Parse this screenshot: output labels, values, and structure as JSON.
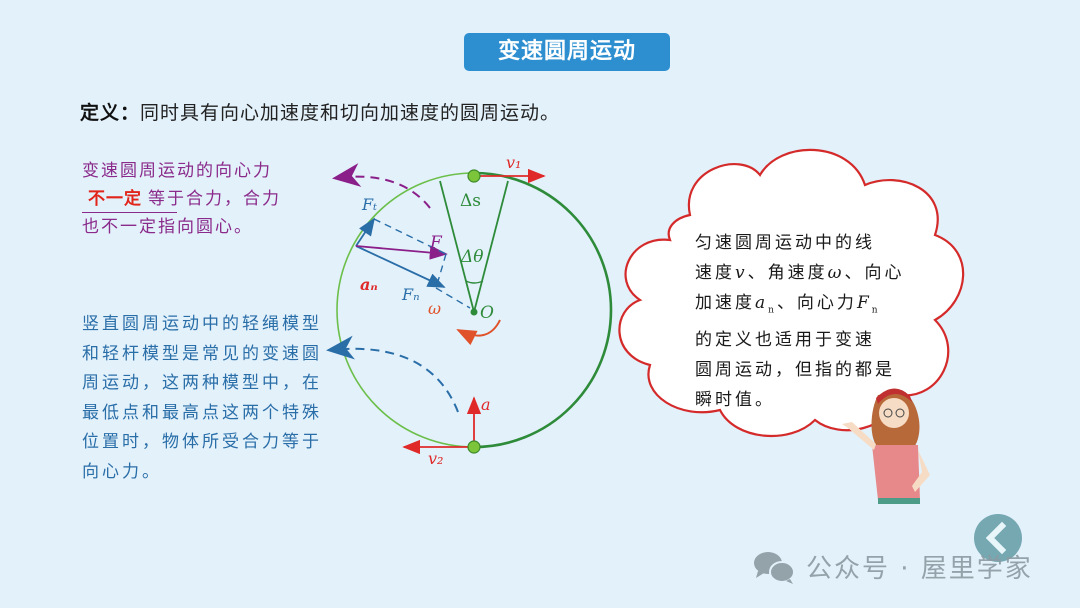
{
  "slide": {
    "title": "变速圆周运动",
    "definition_label": "定义：",
    "definition_text": "同时具有向心加速度和切向加速度的圆周运动。"
  },
  "notes": {
    "purple": {
      "line1": "变速圆周运动的向心力",
      "emphasis": "不一定",
      "line2_rest": "等于合力，合力",
      "line3": "也不一定指向圆心。"
    },
    "blue": {
      "text": "竖直圆周运动中的轻绳模型和轻杆模型是常见的变速圆周运动，这两种模型中，在最低点和最高点这两个特殊位置时，物体所受合力等于向心力。"
    }
  },
  "diagram": {
    "labels": {
      "v1": "v₁",
      "v2": "v₂",
      "delta_s": "Δs",
      "delta_theta": "Δθ",
      "F": "F",
      "Ft": "Fₜ",
      "Fn": "Fₙ",
      "an": "aₙ",
      "omega": "ω",
      "O": "O",
      "a": "a"
    },
    "colors": {
      "circle": "#2e8b3a",
      "velocity": "#e02a2a",
      "force": "#2a6ea8",
      "resultant": "#8a1f8a",
      "ball": "#7cc43a"
    }
  },
  "cloud": {
    "line1": "匀速圆周运动中的线",
    "line2_a": "速度",
    "line2_v": "v",
    "line2_b": "、角速度",
    "line2_w": "ω",
    "line2_c": "、向心",
    "line3_a": "加速度",
    "line3_an": "a",
    "line3_an_sub": "n",
    "line3_b": "、向心力",
    "line3_F": "F",
    "line3_F_sub": "n",
    "line4": "的定义也适用于变速",
    "line5": "圆周运动，但指的都是",
    "line6": "瞬时值。"
  },
  "watermark": {
    "text": "公众号 · 屋里学家"
  },
  "colors": {
    "background": "#e3f1fb",
    "title_bg": "#2e8fd0",
    "purple_note": "#8a2a8a",
    "blue_note": "#2a6ea8",
    "emphasis": "#e1251b",
    "cloud_border": "#d42a2a"
  }
}
